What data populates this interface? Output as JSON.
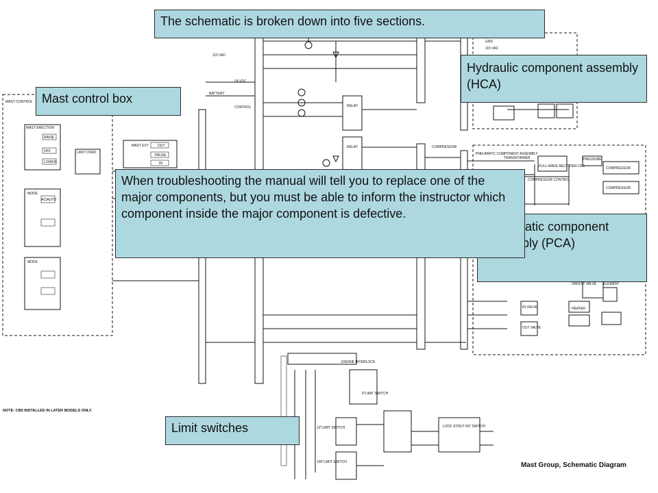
{
  "callouts": {
    "sections": "The schematic is broken down into five sections.",
    "hca": "Hydraulic component assembly (HCA)",
    "mast_box": "Mast control box",
    "troubleshoot": "When troubleshooting the manual will tell you to replace one of the major components, but you must be able to inform the instructor which component inside the major component is defective.",
    "pca": "Pneumatic component assembly (PCA)",
    "limit": "Limit switches"
  },
  "diagram": {
    "caption": "Mast Group, Schematic Diagram",
    "note": "NOTE: CB6 INSTALLED IN LATER MODELS ONLY.",
    "labels": {
      "vac": "115 VAC",
      "vdc": "24 VDC",
      "battery": "BATTERY",
      "control": "CONTROL",
      "mast_control": "MAST CONTROL",
      "mast_erection": "MAST ERECTION",
      "raise": "RAISE",
      "off": "OFF",
      "lower": "LOWER",
      "limit_ovrd": "LIMIT OVRD",
      "mast_ext": "MAST EXT",
      "out": "OUT",
      "pause": "PAUSE",
      "in": "IN",
      "mode": "MODE",
      "ac_auto": "AC/AUTO",
      "relay": "RELAY",
      "compressor": "COMPRESSOR",
      "pneumatic": "PNEUMATIC COMPONENT ASSEMBLY",
      "rectifier": "FULL-WAVE RECTIFIER CR1",
      "transformer": "TRANSFORMER",
      "comp_control": "COMPRESSOR CONTROL",
      "pressure": "PRESSURE",
      "safety_valve": "SAFETY VALVE",
      "element": "ELEMENT",
      "heater": "HEATER",
      "in_valve": "IN VALVE",
      "out_valve": "OUT VALVE",
      "engine_interlock": "ENGINE INTERLOCK",
      "limit_switch_12": "12\"LIMIT SWITCH",
      "limit_switch_100": "100\"LIMIT SWITCH",
      "limit_switch_0": "0\"LIMIT SWITCH",
      "lock_strut": "LOCK STRUT INT SWITCH",
      "gnd": "GND",
      "vac2": "115 VAC"
    }
  }
}
